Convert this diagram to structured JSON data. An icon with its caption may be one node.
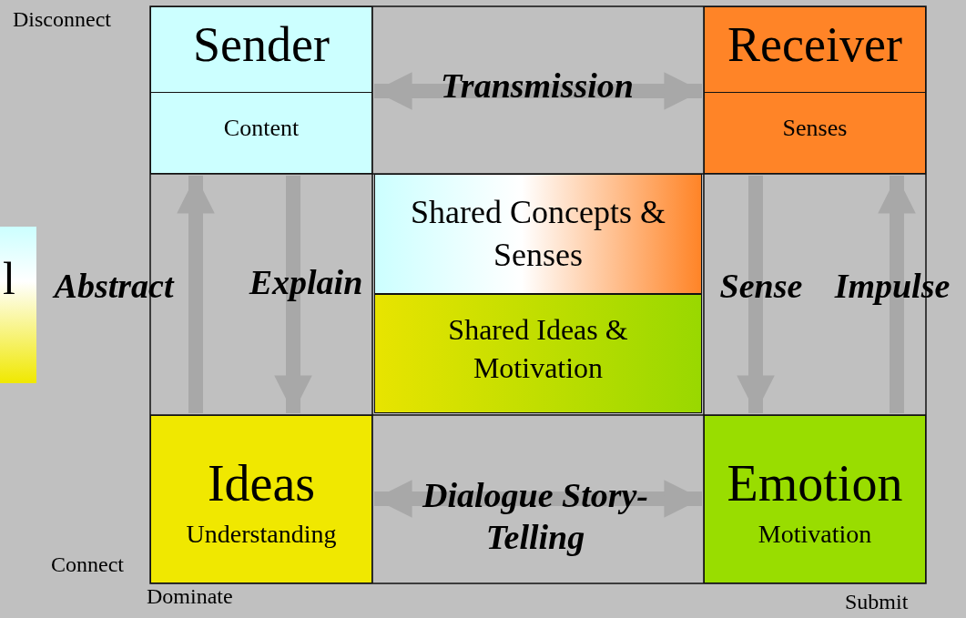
{
  "diagram": {
    "nodes": [
      {
        "text": [
          "Sender",
          "Content"
        ]
      },
      {
        "text": [
          "Receiver",
          "Senses"
        ]
      },
      {
        "text": [
          "Shared Concepts & Senses"
        ]
      },
      {
        "text": [
          "Shared Ideas & Motivation"
        ]
      },
      {
        "text": [
          "Ideas",
          "Understanding"
        ]
      },
      {
        "text": [
          "Emotion",
          "Motivation"
        ]
      },
      {
        "text": [
          "l"
        ]
      }
    ],
    "edges": [
      {
        "from": 0,
        "to": 1,
        "arrow": "both",
        "label": "Transmission"
      },
      {
        "from": 4,
        "to": 0,
        "arrow": "to",
        "label": "Abstract"
      },
      {
        "from": 0,
        "to": 4,
        "arrow": "to",
        "label": "Explain"
      },
      {
        "from": 1,
        "to": 5,
        "arrow": "to",
        "label": "Sense"
      },
      {
        "from": 5,
        "to": 1,
        "arrow": "to",
        "label": "Impulse"
      },
      {
        "from": 4,
        "to": 5,
        "arrow": "both",
        "label": "Dialogue Story-Telling"
      }
    ],
    "labels": [
      "Disconnect",
      "Connect",
      "Dominate",
      "Submit"
    ]
  }
}
